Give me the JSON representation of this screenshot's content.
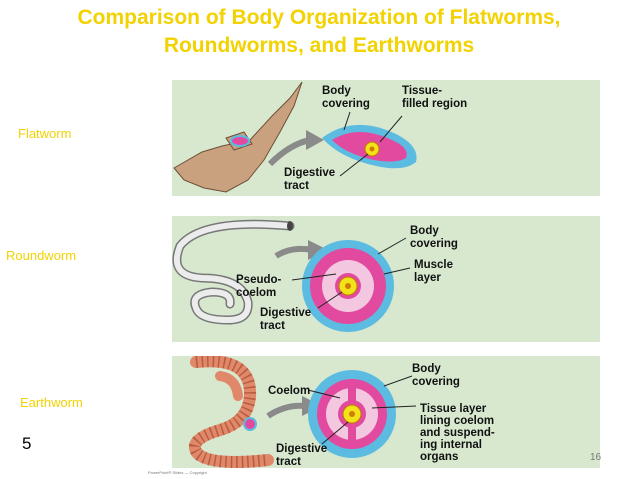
{
  "slide": {
    "title_line1": "Comparison of Body Organization of Flatworms,",
    "title_line2": "Roundworms, and Earthworms",
    "page_number": "5",
    "slide_number": "16",
    "credit": "PowerPoint® Slides — Copyright"
  },
  "colors": {
    "title": "#f2d200",
    "panel_bg": "#d7e8cf",
    "body_covering": "#5bbbe0",
    "tissue": "#e24aa0",
    "gut": "#f2e21a",
    "coelom": "#f4c7e0",
    "earthworm": "#e0886a"
  },
  "panels": {
    "flatworm": {
      "side_label": "Flatworm",
      "body_covering_l1": "Body",
      "body_covering_l2": "covering",
      "tissue_l1": "Tissue-",
      "tissue_l2": "filled region",
      "digestive_l1": "Digestive",
      "digestive_l2": "tract"
    },
    "roundworm": {
      "side_label": "Roundworm",
      "body_covering_l1": "Body",
      "body_covering_l2": "covering",
      "muscle_l1": "Muscle",
      "muscle_l2": "layer",
      "pseudo_l1": "Pseudo-",
      "pseudo_l2": "coelom",
      "digestive_l1": "Digestive",
      "digestive_l2": "tract"
    },
    "earthworm": {
      "side_label": "Earthworm",
      "body_covering_l1": "Body",
      "body_covering_l2": "covering",
      "coelom": "Coelom",
      "tissue_l1": "Tissue layer",
      "tissue_l2": "lining coelom",
      "tissue_l3": "and suspend-",
      "tissue_l4": "ing internal",
      "tissue_l5": "organs",
      "digestive_l1": "Digestive",
      "digestive_l2": "tract"
    }
  }
}
